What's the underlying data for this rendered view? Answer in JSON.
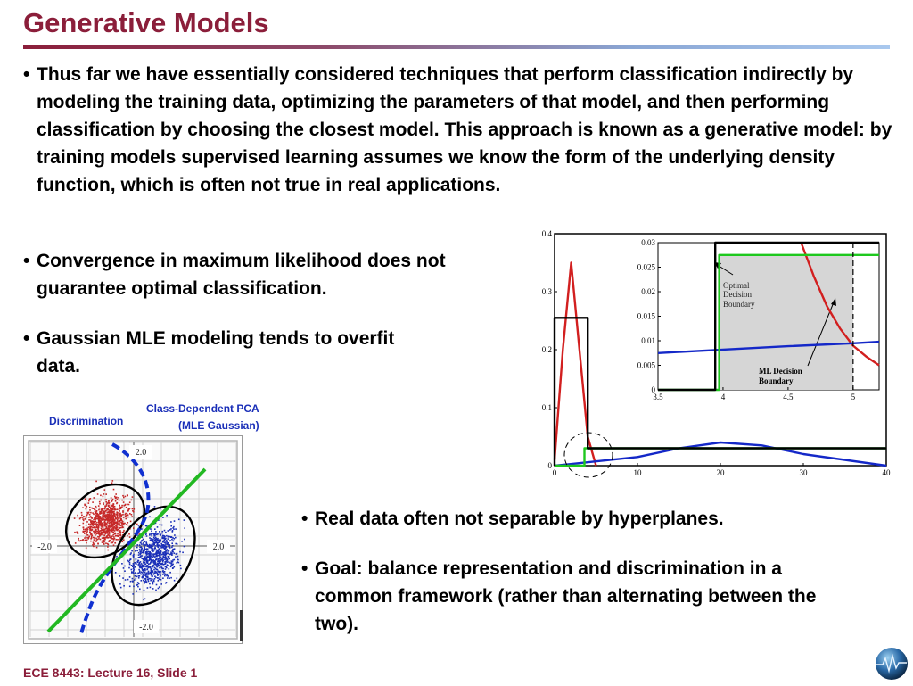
{
  "title": "Generative Models",
  "bullets": {
    "b1": "Thus far we have essentially considered techniques that perform classification indirectly by modeling the training data, optimizing the parameters of that model, and then performing classification by choosing the closest model. This approach is known as a generative model: by training models supervised learning assumes we know the form of the underlying density function, which is often not true in real applications.",
    "b2": "Convergence in maximum likelihood does not guarantee optimal classification.",
    "b3": "Gaussian MLE modeling tends to overfit data.",
    "b4": "Real data often not separable by hyperplanes.",
    "b5": "Goal: balance representation and discrimination in a common framework (rather than alternating between the two)."
  },
  "scatter": {
    "label_discrimination": "Discrimination",
    "label_pca_line1": "Class-Dependent PCA",
    "label_pca_line2": "(MLE Gaussian)",
    "tick_top": "2.0",
    "tick_left": "-2.0",
    "tick_right": "2.0",
    "tick_bottom": "-2.0",
    "colors": {
      "class_a": "#c62828",
      "class_b": "#1a2fb8",
      "linear": "#22b822",
      "boundary": "#1030d0"
    }
  },
  "chart_data": [
    {
      "type": "line",
      "xlim": [
        0,
        40
      ],
      "ylim": [
        0,
        0.4
      ],
      "x_ticks": [
        "0",
        "10",
        "20",
        "30",
        "40"
      ],
      "y_ticks": [
        "0",
        "0.1",
        "0.2",
        "0.3",
        "0.4"
      ],
      "series": [
        {
          "color": "#d21f1f",
          "x": [
            0,
            1,
            2,
            3,
            4,
            5
          ],
          "y": [
            0.01,
            0.2,
            0.35,
            0.2,
            0.05,
            0.0
          ]
        },
        {
          "color": "#1428c8",
          "x": [
            0,
            10,
            15,
            20,
            25,
            30,
            40
          ],
          "y": [
            0.0,
            0.015,
            0.03,
            0.04,
            0.035,
            0.02,
            0.0
          ]
        },
        {
          "color": "#1ec81e",
          "x": [
            0,
            3.6,
            3.6,
            4,
            40
          ],
          "y": [
            0.0,
            0.0,
            0.03,
            0.03,
            0.03
          ]
        },
        {
          "color": "#000000",
          "x": [
            0,
            0,
            4,
            4,
            40
          ],
          "y": [
            0.0,
            0.255,
            0.255,
            0.03,
            0.03
          ]
        }
      ]
    },
    {
      "type": "line",
      "xlim": [
        3.5,
        5.2
      ],
      "ylim": [
        0,
        0.03
      ],
      "x_ticks": [
        "3.5",
        "4",
        "4.5",
        "5"
      ],
      "y_ticks": [
        "0",
        "0.005",
        "0.01",
        "0.015",
        "0.02",
        "0.025",
        "0.03"
      ],
      "annotations": [
        "Optimal",
        "Decision",
        "Boundary",
        "ML Decision",
        "Boundary"
      ],
      "series": [
        {
          "color": "#d21f1f",
          "x": [
            4.6,
            4.7,
            4.8,
            4.9,
            5.0,
            5.1,
            5.2
          ],
          "y": [
            0.03,
            0.023,
            0.017,
            0.0125,
            0.009,
            0.0068,
            0.005
          ]
        },
        {
          "color": "#1428c8",
          "x": [
            3.5,
            4.0,
            4.5,
            5.0,
            5.2
          ],
          "y": [
            0.0075,
            0.0082,
            0.0089,
            0.0095,
            0.0098
          ]
        },
        {
          "color": "#1ec81e",
          "x": [
            3.5,
            3.97,
            3.97,
            5.2
          ],
          "y": [
            0.0,
            0.0,
            0.0275,
            0.0275
          ]
        },
        {
          "color": "#000000",
          "x": [
            3.5,
            3.94,
            3.94,
            5.2
          ],
          "y": [
            0.0,
            0.0,
            0.03,
            0.03
          ]
        }
      ],
      "shaded_region": [
        3.97,
        5.0
      ]
    }
  ],
  "footer": "ECE 8443: Lecture 16, Slide 1",
  "logo": "globe-logo-icon"
}
